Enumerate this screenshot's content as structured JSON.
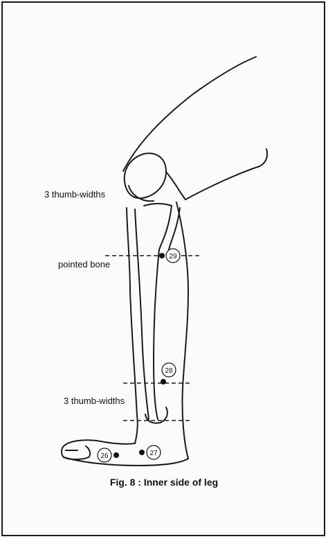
{
  "labels": {
    "upper_thumb_widths": "3 thumb-widths",
    "pointed_bone": "pointed bone",
    "lower_thumb_widths": "3 thumb-widths"
  },
  "points": {
    "p29": "29",
    "p28": "28",
    "p27": "27",
    "p26": "26"
  },
  "caption": "Fig. 8 : Inner side of leg"
}
